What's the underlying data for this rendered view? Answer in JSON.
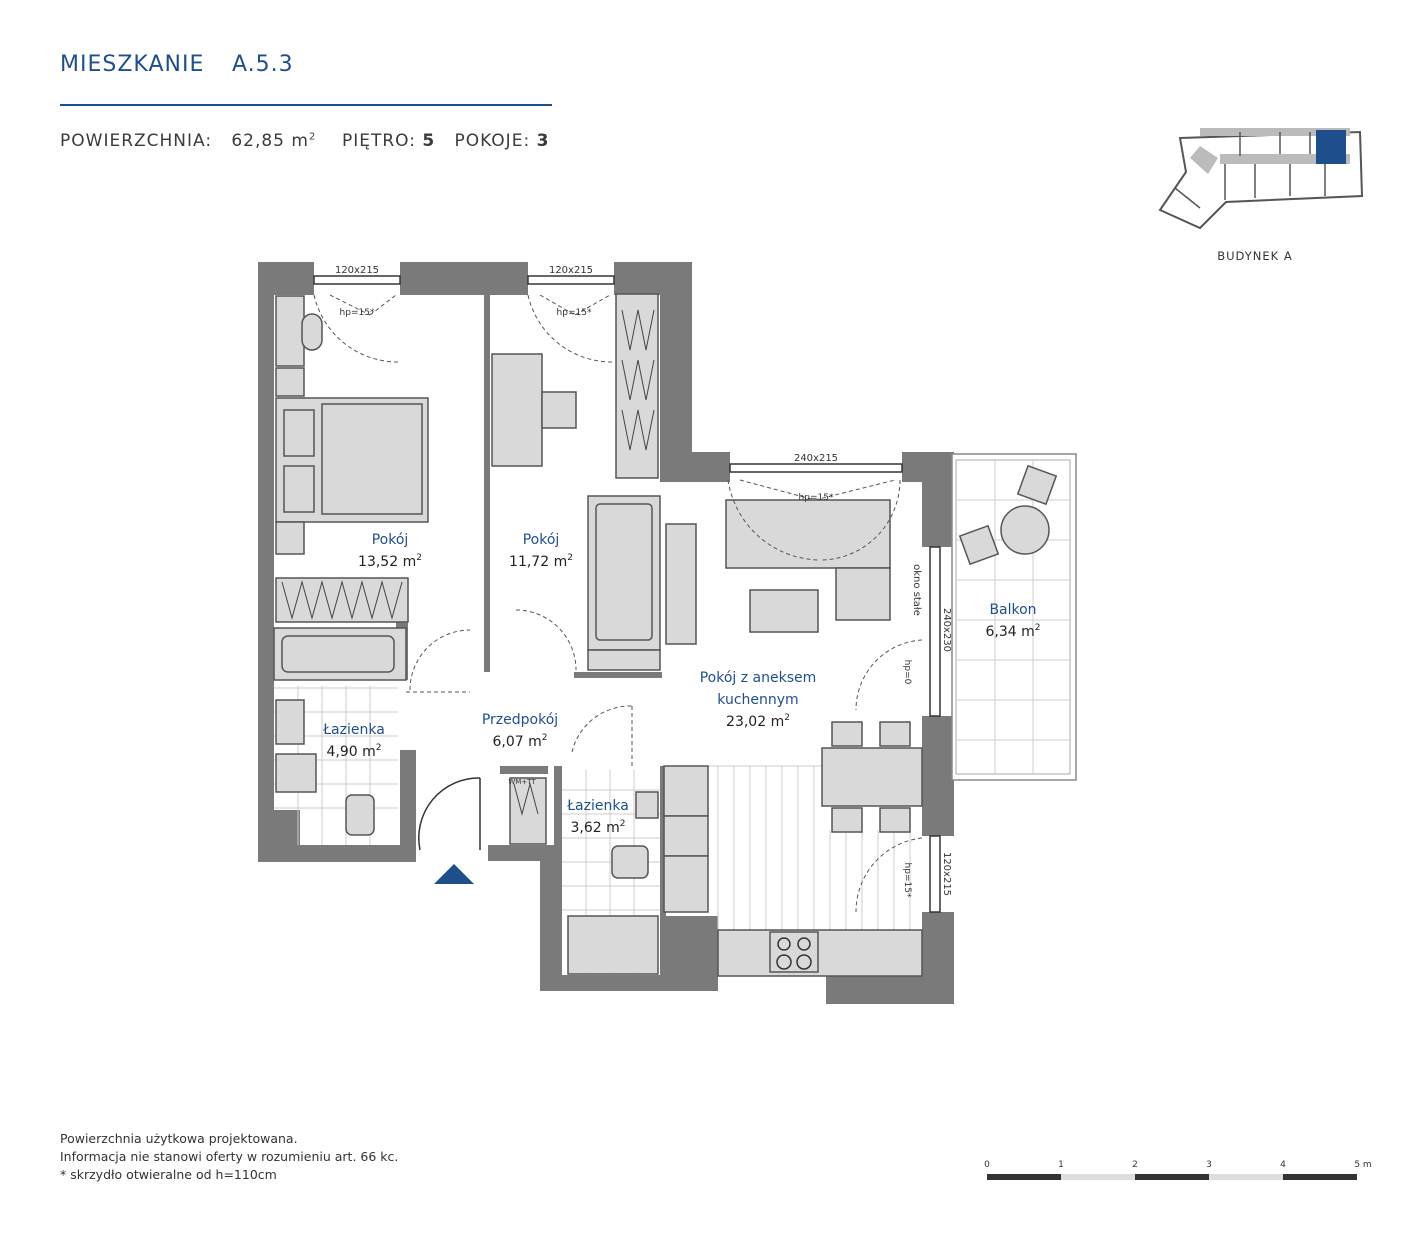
{
  "header": {
    "label": "MIESZKANIE",
    "code": "A.5.3"
  },
  "meta": {
    "area_label": "POWIERZCHNIA:",
    "area_value": "62,85 m",
    "area_sup": "2",
    "floor_label": "PIĘTRO:",
    "floor_value": "5",
    "rooms_label": "POKOJE:",
    "rooms_value": "3"
  },
  "building": {
    "label": "BUDYNEK A"
  },
  "rooms": [
    {
      "name": "Pokój",
      "area": "13,52 m",
      "sup": "2"
    },
    {
      "name": "Pokój",
      "area": "11,72 m",
      "sup": "2"
    },
    {
      "name": "Pokój z aneksem",
      "name2": "kuchennym",
      "area": "23,02 m",
      "sup": "2"
    },
    {
      "name": "Balkon",
      "area": "6,34 m",
      "sup": "2"
    },
    {
      "name": "Łazienka",
      "area": "4,90 m",
      "sup": "2"
    },
    {
      "name": "Przedpokój",
      "area": "6,07 m",
      "sup": "2"
    },
    {
      "name": "Łazienka",
      "area": "3,62 m",
      "sup": "2"
    }
  ],
  "windows": {
    "w1": "120x215",
    "w2": "120x215",
    "w3": "240x215",
    "w4": "240x230",
    "w5": "120x215",
    "hp15": "hp=15*",
    "hp0": "hp=0",
    "fixed": "okno stałe",
    "wmtt": "WM+TT"
  },
  "footer": {
    "line1": "Powierzchnia użytkowa projektowana.",
    "line2": "Informacja nie stanowi oferty w rozumieniu art. 66 kc.",
    "line3": "* skrzydło otwieralne od h=110cm"
  },
  "scale": {
    "ticks": [
      "0",
      "1",
      "2",
      "3",
      "4",
      "5 m"
    ]
  },
  "colors": {
    "accent": "#1f4e8c",
    "wall": "#7a7a7a",
    "furniture": "#d9d9d9"
  }
}
